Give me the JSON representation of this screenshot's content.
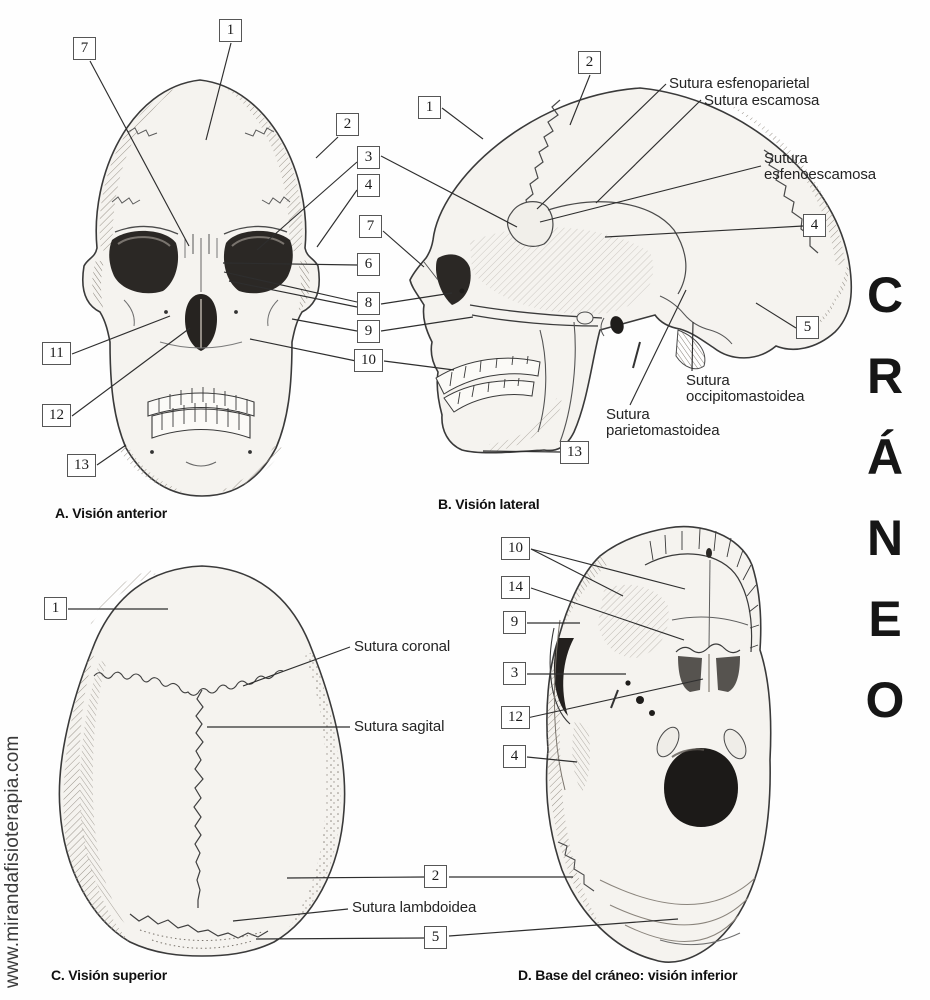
{
  "title_vertical": {
    "text": "CRÁNEO",
    "letters": [
      "C",
      "R",
      "Á",
      "N",
      "E",
      "O"
    ]
  },
  "watermark": "www.mirandafisioterapia.com",
  "colors": {
    "ink": "#2f2f2f",
    "bone": "#f5f3ef",
    "cavity": "#262320",
    "box_border": "#565656"
  },
  "views": {
    "anterior": {
      "caption": "A. Visión anterior",
      "callouts": [
        "1",
        "7",
        "2",
        "3",
        "4",
        "7",
        "6",
        "8",
        "9",
        "10",
        "11",
        "12",
        "13"
      ]
    },
    "lateral": {
      "caption": "B. Visión lateral",
      "callouts": [
        "1",
        "2",
        "4",
        "5",
        "13"
      ],
      "labels": {
        "esfenoparietal": "Sutura esfenoparietal",
        "escamosa": "Sutura escamosa",
        "esfenoescamosa": "Sutura\nesfenoescamosa",
        "occipitomastoidea": "Sutura\noccipitomastoidea",
        "parietomastoidea": "Sutura\nparietomastoidea"
      }
    },
    "superior": {
      "caption": "C. Visión superior",
      "callouts": [
        "1",
        "2",
        "5"
      ],
      "labels": {
        "coronal": "Sutura coronal",
        "sagital": "Sutura sagital",
        "lambdoidea": "Sutura lambdoidea"
      }
    },
    "inferior": {
      "caption": "D. Base del cráneo: visión inferior",
      "callouts": [
        "10",
        "14",
        "9",
        "3",
        "12",
        "4"
      ]
    }
  }
}
